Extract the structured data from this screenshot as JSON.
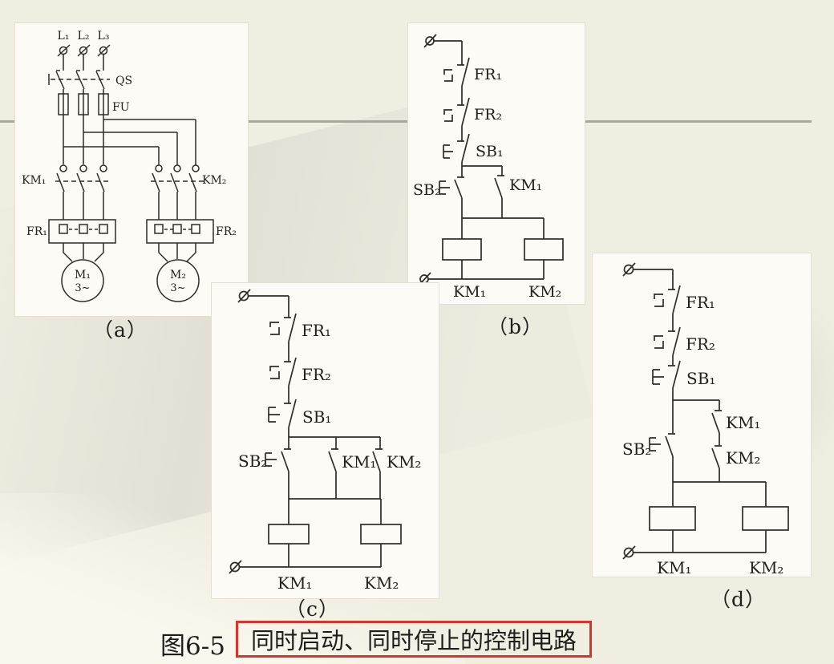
{
  "slide": {
    "figure_number": "图6-5",
    "figure_title": "同时启动、同时停止的控制电路",
    "title_box_color": "#d6352a",
    "divider_color": "#a9a69b",
    "circuit_line_color": "#2e2d29"
  },
  "panel_a": {
    "caption": "（a）",
    "labels": {
      "l1": "L₁",
      "l2": "L₂",
      "l3": "L₃",
      "qs": "QS",
      "fu": "FU",
      "km1": "KM₁",
      "km2": "KM₂",
      "fr1": "FR₁",
      "fr2": "FR₂",
      "m1": "M₁",
      "m1_type": "3~",
      "m2": "M₂",
      "m2_type": "3~"
    }
  },
  "panel_b": {
    "caption": "（b）",
    "labels": {
      "fr1": "FR₁",
      "fr2": "FR₂",
      "sb1": "SB₁",
      "sb2": "SB₂",
      "km1_contact": "KM₁",
      "km1_coil": "KM₁",
      "km2_coil": "KM₂"
    }
  },
  "panel_c": {
    "caption": "（c）",
    "labels": {
      "fr1": "FR₁",
      "fr2": "FR₂",
      "sb1": "SB₁",
      "sb2": "SB₂",
      "km1_contact": "KM₁",
      "km2_contact": "KM₂",
      "km1_coil": "KM₁",
      "km2_coil": "KM₂"
    }
  },
  "panel_d": {
    "caption": "（d）",
    "labels": {
      "fr1": "FR₁",
      "fr2": "FR₂",
      "sb1": "SB₁",
      "sb2": "SB₂",
      "km1_contact": "KM₁",
      "km2_contact": "KM₂",
      "km1_coil": "KM₁",
      "km2_coil": "KM₂"
    }
  }
}
